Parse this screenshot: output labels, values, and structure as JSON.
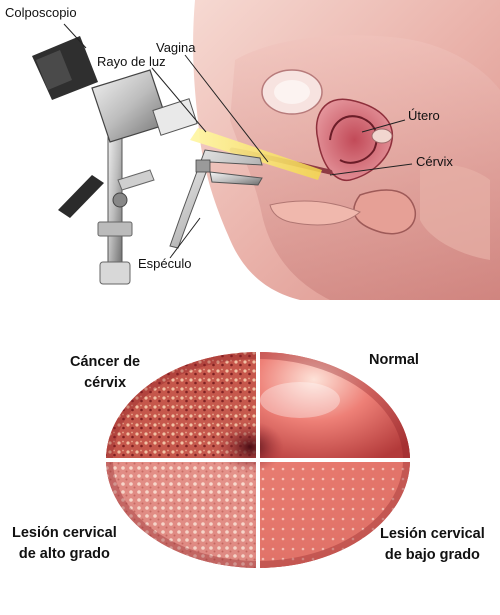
{
  "top_labels": {
    "colposcope": "Colposcopio",
    "light_ray": "Rayo de luz",
    "vagina": "Vagina",
    "uterus": "Útero",
    "cervix": "Cérvix",
    "speculum": "Espéculo"
  },
  "bottom_labels": {
    "cancer_line1": "Cáncer de",
    "cancer_line2": "cérvix",
    "normal": "Normal",
    "high_grade_line1": "Lesión cervical",
    "high_grade_line2": "de alto grado",
    "low_grade_line1": "Lesión cervical",
    "low_grade_line2": "de bajo grado"
  }
}
